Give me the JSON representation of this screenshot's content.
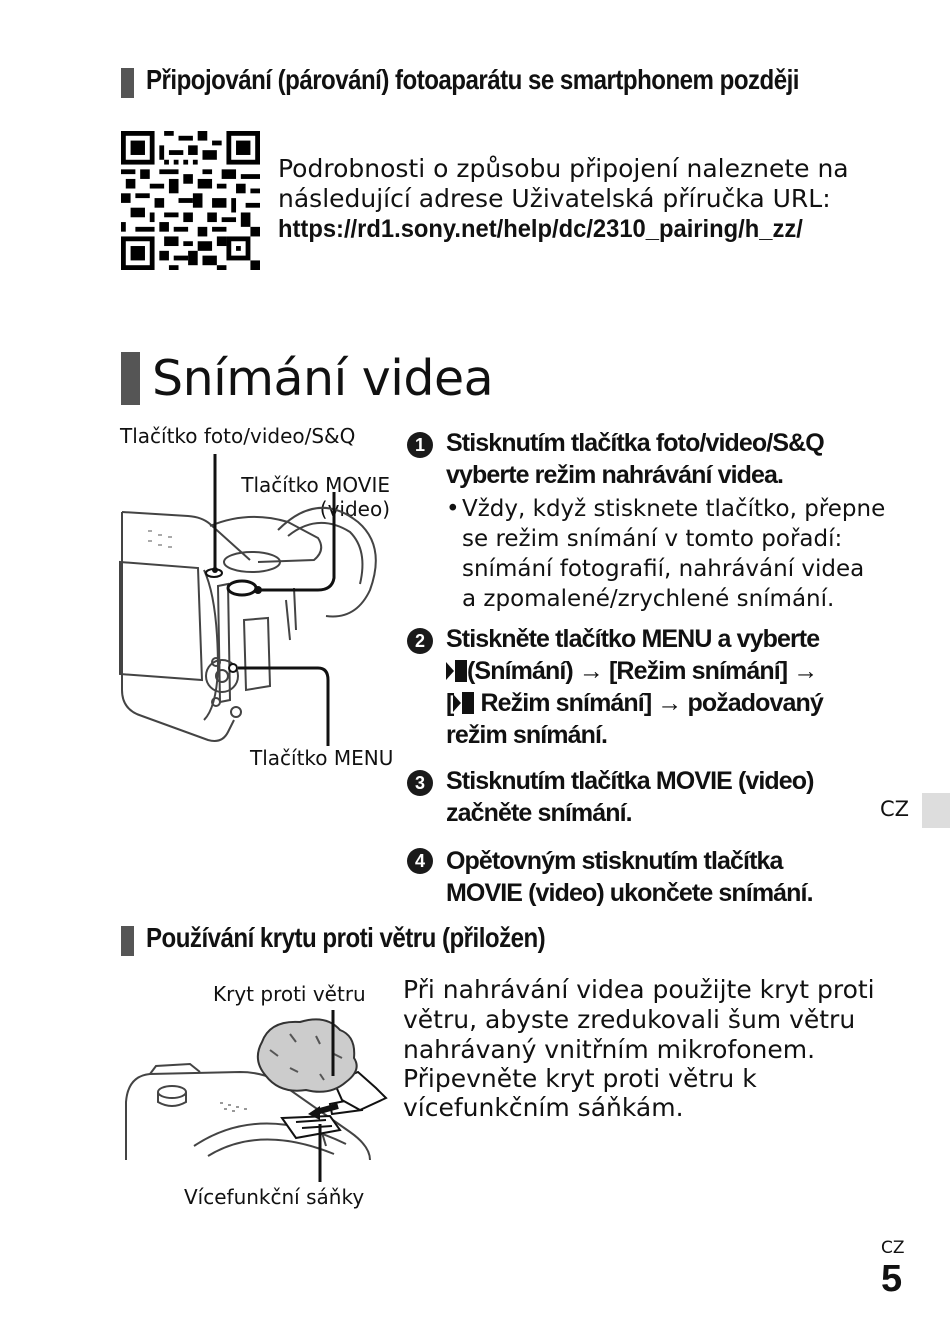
{
  "sections": {
    "pairing": {
      "title": "Připojování (párování) fotoaparátu se smartphonem později",
      "line1": "Podrobnosti o způsobu připojení naleznete na",
      "line2": "následující adrese Uživatelská příručka URL:",
      "url": "https://rd1.sony.net/help/dc/2310_pairing/h_zz/"
    },
    "video": {
      "title": "Snímání videa",
      "labels": {
        "photo_video_button": "Tlačítko foto/video/S&Q",
        "movie_line1": "Tlačítko MOVIE",
        "movie_line2": "(video)",
        "menu_button": "Tlačítko MENU"
      },
      "steps": [
        {
          "num": "1",
          "line1": "Stisknutím tlačítka foto/video/S&Q",
          "line2": "vyberte režim nahrávání videa.",
          "bullet": "•",
          "note_lines": [
            "Vždy, když stisknete tlačítko, přepne",
            "se režim snímání v tomto pořadí:",
            "snímání fotografií, nahrávání videa",
            "a zpomalené/zrychlené snímání."
          ]
        },
        {
          "num": "2",
          "line1": "Stiskněte tlačítko MENU a vyberte",
          "line2": "(Snímání) → [Režim snímání] →",
          "line3a": "[",
          "line3b": " Režim snímání] → požadovaný",
          "line4": "režim snímání."
        },
        {
          "num": "3",
          "line1": "Stisknutím tlačítka MOVIE (video)",
          "line2": "začněte snímání."
        },
        {
          "num": "4",
          "line1": "Opětovným stisknutím tlačítka",
          "line2": "MOVIE (video) ukončete snímání."
        }
      ]
    },
    "windscreen": {
      "title": "Používání krytu proti větru (přiložen)",
      "label_top": "Kryt proti větru",
      "label_bottom": "Vícefunkční sáňky",
      "lines": [
        "Při nahrávání videa použijte kryt proti",
        "větru, abyste zredukovali šum větru",
        "nahrávaný vnitřním mikrofonem.",
        "Připevněte kryt proti větru k",
        "vícefunkčním sáňkám."
      ]
    }
  },
  "side_tab": "CZ",
  "footer": {
    "lang": "CZ",
    "page": "5"
  },
  "icons": [
    "qr-code-icon",
    "shooting-mode-icon",
    "camera-illustration",
    "windscreen-illustration"
  ]
}
